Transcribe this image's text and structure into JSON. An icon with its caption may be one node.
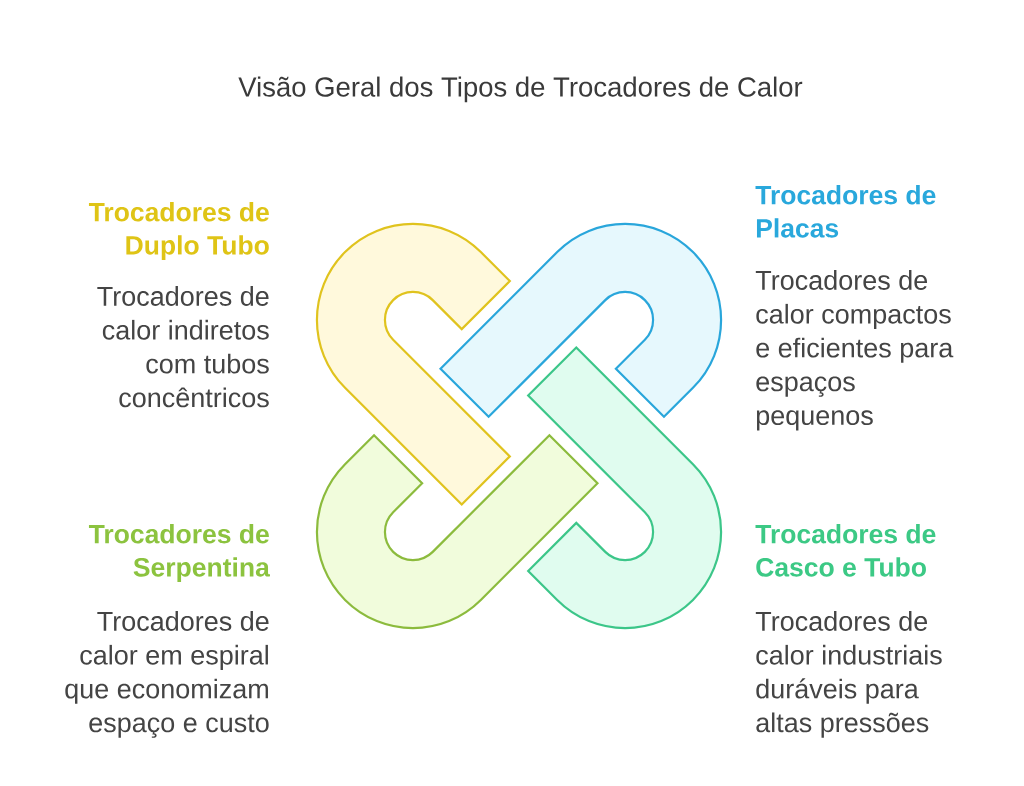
{
  "diagram": {
    "title": "Visão Geral dos Tipos de Trocadores de Calor",
    "nodes": [
      {
        "text": [
          "Trocadores de Duplo Tubo",
          "Trocadores de calor indiretos com tubos concêntricos"
        ]
      },
      {
        "text": [
          "Trocadores de Placas",
          "Trocadores de calor compactos e eficientes para espaços pequenos"
        ]
      },
      {
        "text": [
          "Trocadores de Serpentina",
          "Trocadores de calor em espiral que economizam espaço e custo"
        ]
      },
      {
        "text": [
          "Trocadores de Casco e Tubo",
          "Trocadores de calor industriais duráveis para altas pressões"
        ]
      }
    ]
  }
}
